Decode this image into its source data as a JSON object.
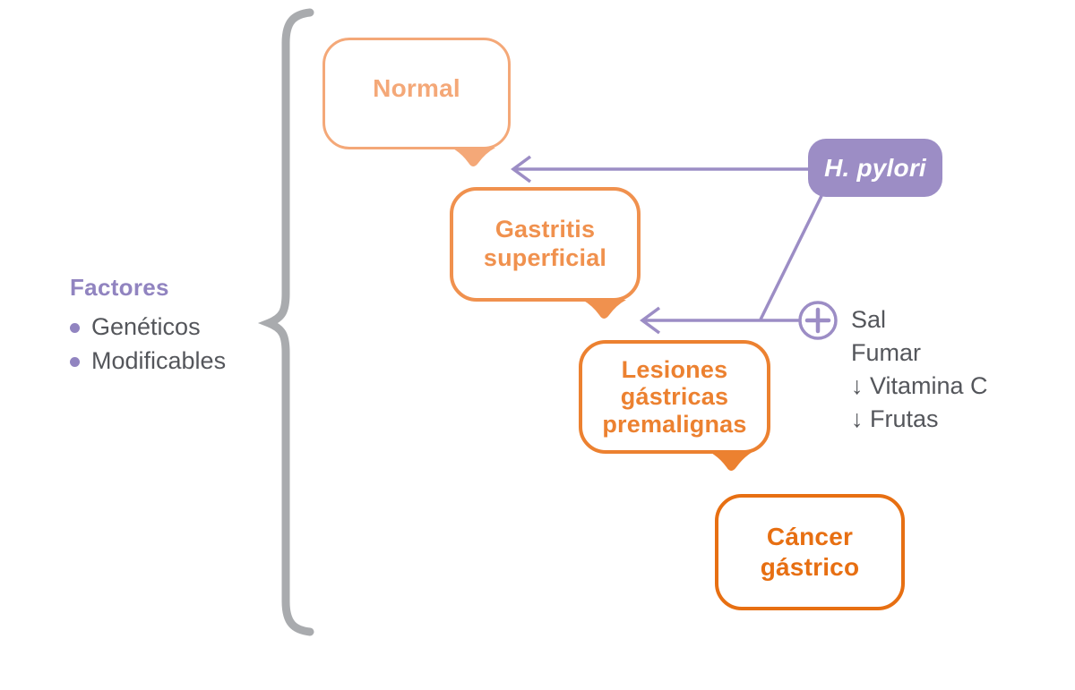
{
  "colors": {
    "normal": "#F4A878",
    "gastritis": "#F0914E",
    "lesiones": "#EC8130",
    "cancer": "#E76F12",
    "purple": "#9C8DC5",
    "purple_text": "#9184C0",
    "gray_text": "#54565B",
    "brace": "#A9ABAE"
  },
  "factors": {
    "title": "Factores",
    "items": [
      "Genéticos",
      "Modificables"
    ]
  },
  "stages": {
    "normal": {
      "label": "Normal"
    },
    "gastritis": {
      "label": "Gastritis\nsuperficial"
    },
    "lesiones": {
      "label": "Lesiones\ngástricas\npremalignas"
    },
    "cancer": {
      "label": "Cáncer\ngástrico"
    }
  },
  "hpylori": {
    "label": "H. pylori"
  },
  "cofactors": {
    "items": [
      "Sal",
      "Fumar",
      "↓ Vitamina C",
      "↓ Frutas"
    ]
  }
}
